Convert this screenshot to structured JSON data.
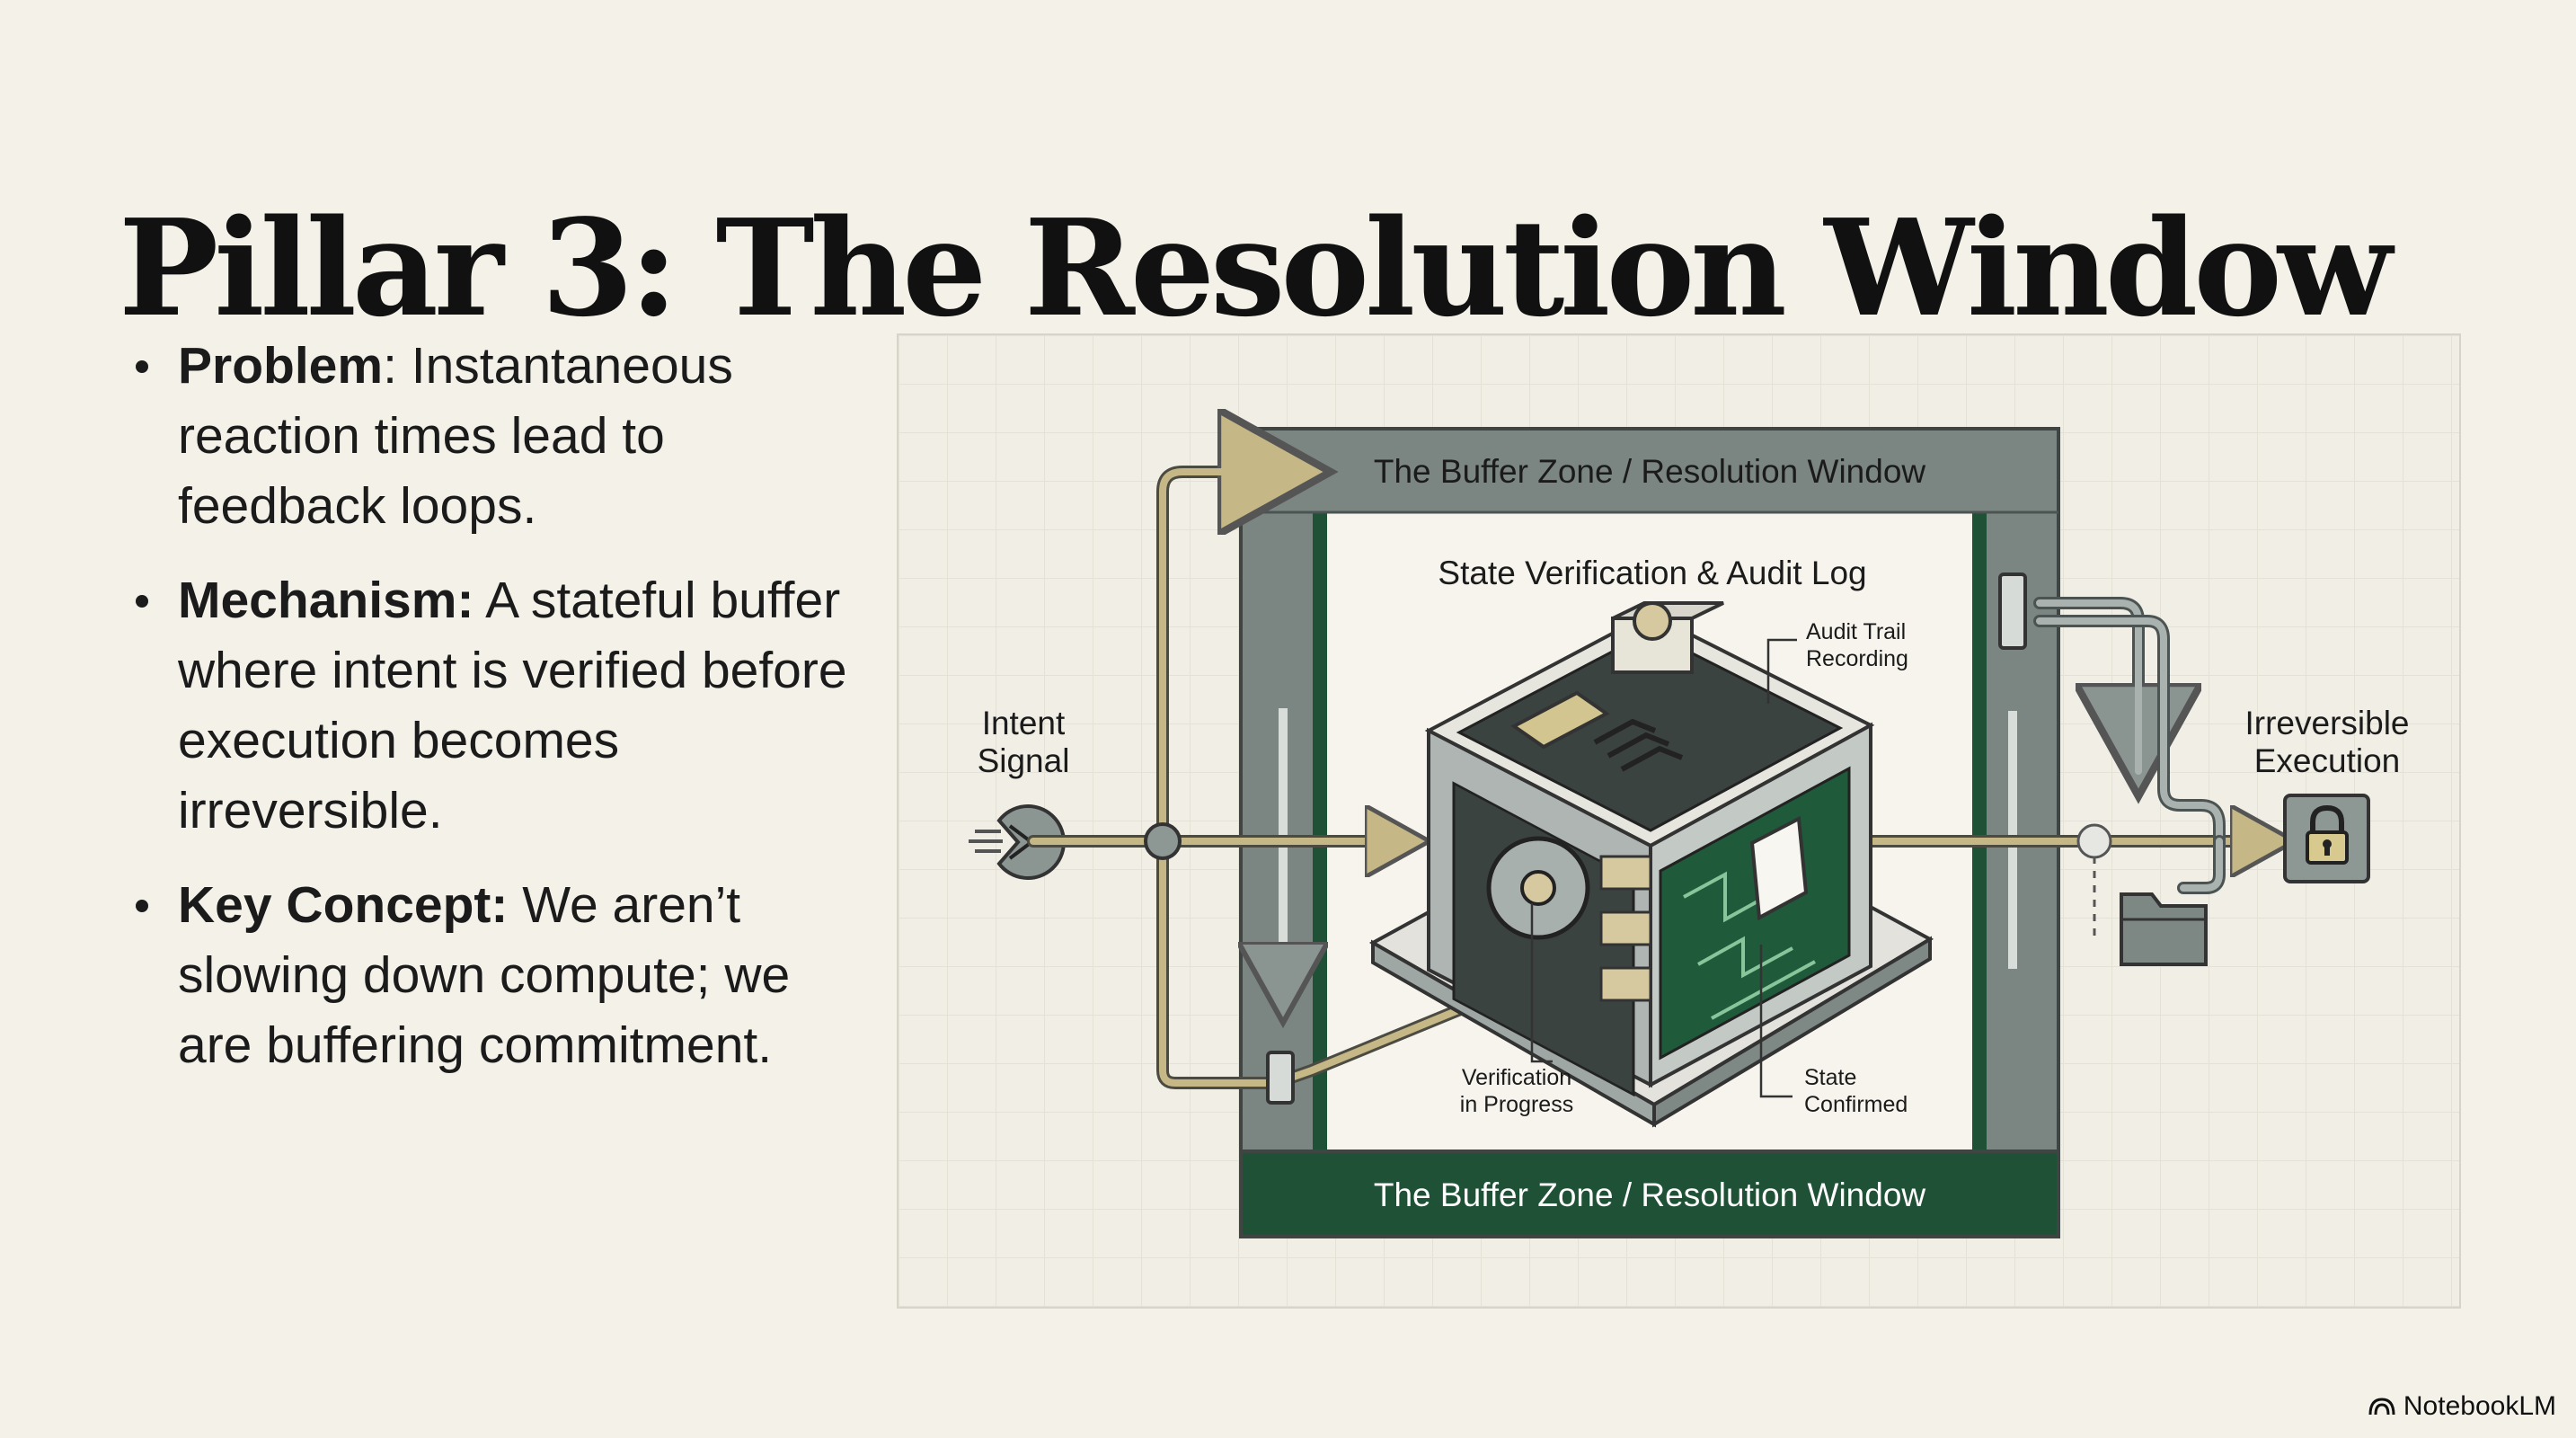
{
  "slide": {
    "title": "Pillar 3: The Resolution Window"
  },
  "bullets": [
    {
      "term": "Problem",
      "separator": ": ",
      "text": "Instantaneous reaction times lead to feedback loops."
    },
    {
      "term": "Mechanism:",
      "separator": " ",
      "text": "A stateful buffer where intent is verified before execution becomes irreversible."
    },
    {
      "term": "Key Concept:",
      "separator": " ",
      "text": "We aren’t slowing down compute; we are buffering commitment."
    }
  ],
  "diagram": {
    "top_banner": "The Buffer Zone / Resolution Window",
    "inner_title": "State Verification & Audit Log",
    "bottom_banner": "The Buffer Zone / Resolution Window",
    "intent_label": {
      "line1": "Intent",
      "line2": "Signal"
    },
    "execution_label": {
      "line1": "Irreversible",
      "line2": "Execution"
    },
    "callouts": {
      "audit": {
        "line1": "Audit Trail",
        "line2": "Recording"
      },
      "verification": {
        "line1": "Verification",
        "line2": "in Progress"
      },
      "state": {
        "line1": "State",
        "line2": "Confirmed"
      }
    }
  },
  "brand": {
    "name": "NotebookLM"
  },
  "colors": {
    "background": "#f3f1e8",
    "frame_gray": "#7b8683",
    "accent_green": "#1e5135",
    "pipe_tan": "#c6b787"
  },
  "icons": [
    "intent-signal-icon",
    "lock-icon",
    "folder-icon",
    "gear-icon",
    "document-icon",
    "notebooklm-logo-icon"
  ]
}
